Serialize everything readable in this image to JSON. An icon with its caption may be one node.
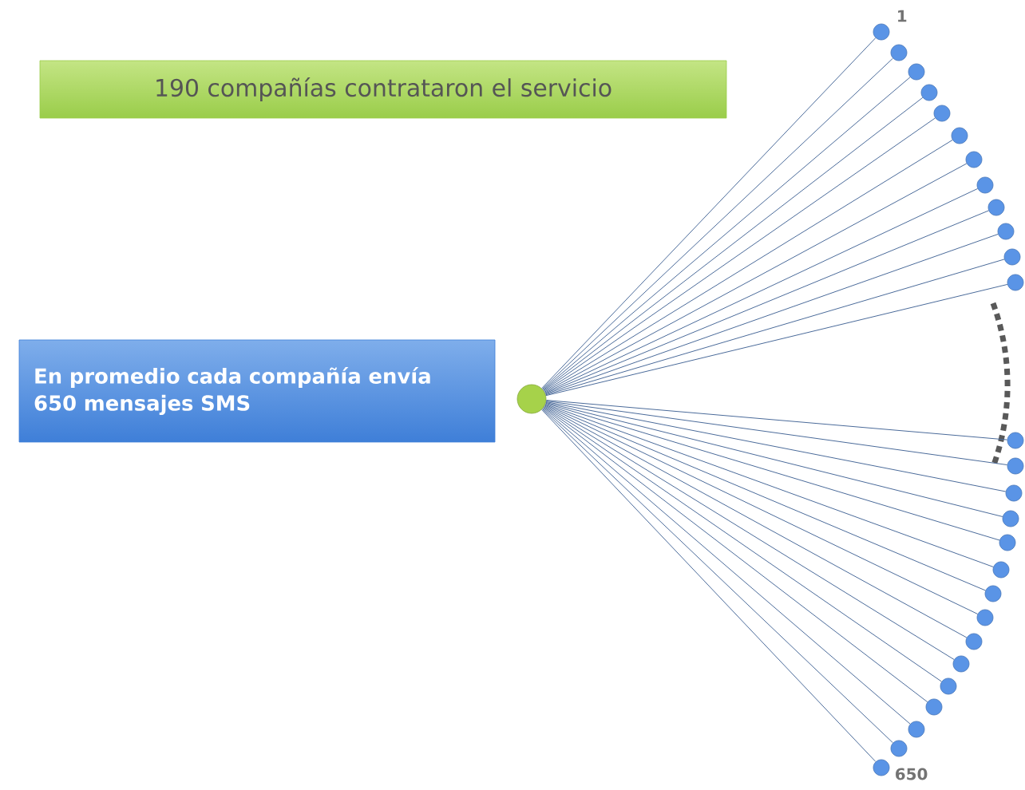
{
  "diagram": {
    "nodes": [
      {
        "text": [
          "190 compañías contrataron el servicio"
        ]
      },
      {
        "text": [
          "En promedio cada compañía envía 650 mensajes SMS"
        ]
      },
      {
        "text": [],
        "shape": "circle"
      },
      {
        "text": [],
        "shape": "circle",
        "beside": [
          "1"
        ]
      },
      {
        "text": [],
        "shape": "circle"
      },
      {
        "text": [],
        "shape": "circle"
      },
      {
        "text": [],
        "shape": "circle"
      },
      {
        "text": [],
        "shape": "circle"
      },
      {
        "text": [],
        "shape": "circle"
      },
      {
        "text": [],
        "shape": "circle"
      },
      {
        "text": [],
        "shape": "circle"
      },
      {
        "text": [],
        "shape": "circle"
      },
      {
        "text": [],
        "shape": "circle"
      },
      {
        "text": [],
        "shape": "circle"
      },
      {
        "text": [],
        "shape": "circle"
      },
      {
        "text": [],
        "shape": "circle"
      },
      {
        "text": [],
        "shape": "circle"
      },
      {
        "text": [],
        "shape": "circle"
      },
      {
        "text": [],
        "shape": "circle"
      },
      {
        "text": [],
        "shape": "circle"
      },
      {
        "text": [],
        "shape": "circle"
      },
      {
        "text": [],
        "shape": "circle"
      },
      {
        "text": [],
        "shape": "circle"
      },
      {
        "text": [],
        "shape": "circle"
      },
      {
        "text": [],
        "shape": "circle"
      },
      {
        "text": [],
        "shape": "circle"
      },
      {
        "text": [],
        "shape": "circle"
      },
      {
        "text": [],
        "shape": "circle"
      },
      {
        "text": [],
        "shape": "circle"
      },
      {
        "text": [],
        "shape": "circle",
        "beside": [
          "650"
        ]
      }
    ],
    "edges": [
      {
        "from": 2,
        "to": 3,
        "arrow": "none"
      },
      {
        "from": 2,
        "to": 4,
        "arrow": "none"
      },
      {
        "from": 2,
        "to": 5,
        "arrow": "none"
      },
      {
        "from": 2,
        "to": 6,
        "arrow": "none"
      },
      {
        "from": 2,
        "to": 7,
        "arrow": "none"
      },
      {
        "from": 2,
        "to": 8,
        "arrow": "none"
      },
      {
        "from": 2,
        "to": 9,
        "arrow": "none"
      },
      {
        "from": 2,
        "to": 10,
        "arrow": "none"
      },
      {
        "from": 2,
        "to": 11,
        "arrow": "none"
      },
      {
        "from": 2,
        "to": 12,
        "arrow": "none"
      },
      {
        "from": 2,
        "to": 13,
        "arrow": "none"
      },
      {
        "from": 2,
        "to": 14,
        "arrow": "none"
      },
      {
        "from": 2,
        "to": 15,
        "arrow": "none"
      },
      {
        "from": 2,
        "to": 16,
        "arrow": "none"
      },
      {
        "from": 2,
        "to": 17,
        "arrow": "none"
      },
      {
        "from": 2,
        "to": 18,
        "arrow": "none"
      },
      {
        "from": 2,
        "to": 19,
        "arrow": "none"
      },
      {
        "from": 2,
        "to": 20,
        "arrow": "none"
      },
      {
        "from": 2,
        "to": 21,
        "arrow": "none"
      },
      {
        "from": 2,
        "to": 22,
        "arrow": "none"
      },
      {
        "from": 2,
        "to": 23,
        "arrow": "none"
      },
      {
        "from": 2,
        "to": 24,
        "arrow": "none"
      },
      {
        "from": 2,
        "to": 25,
        "arrow": "none"
      },
      {
        "from": 2,
        "to": 26,
        "arrow": "none"
      },
      {
        "from": 2,
        "to": 27,
        "arrow": "none"
      },
      {
        "from": 2,
        "to": 28,
        "arrow": "none"
      },
      {
        "from": 2,
        "to": 29,
        "arrow": "none"
      }
    ]
  }
}
